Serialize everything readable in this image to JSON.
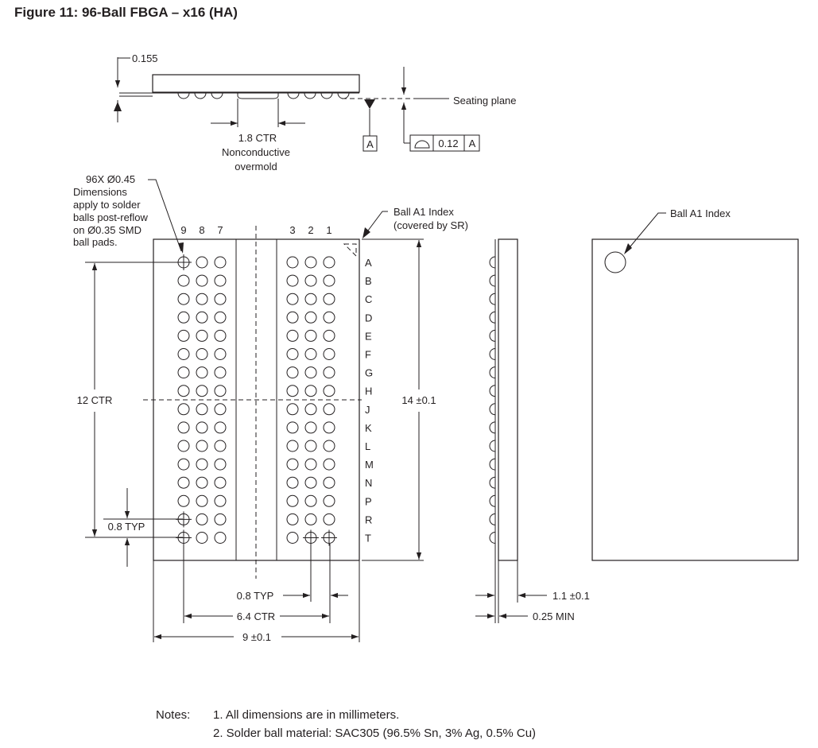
{
  "figure": {
    "title": "Figure 11: 96-Ball FBGA – x16 (HA)"
  },
  "side_view": {
    "dim_height": "0.155",
    "seating_plane": "Seating plane",
    "dim_overmold": "1.8 CTR",
    "overmold_line1": "Nonconductive",
    "overmold_line2": "overmold",
    "datum": "A",
    "flatness_value": "0.12",
    "flatness_datum": "A"
  },
  "ball_note": {
    "line1": "96X Ø0.45",
    "line2": "Dimensions",
    "line3": "apply to solder",
    "line4": "balls post-reflow",
    "line5": "on Ø0.35 SMD",
    "line6": "ball pads."
  },
  "grid": {
    "columns_left": [
      "9",
      "8",
      "7"
    ],
    "columns_right": [
      "3",
      "2",
      "1"
    ],
    "rows": [
      "A",
      "B",
      "C",
      "D",
      "E",
      "F",
      "G",
      "H",
      "J",
      "K",
      "L",
      "M",
      "N",
      "P",
      "R",
      "T"
    ],
    "index_line1": "Ball A1 Index",
    "index_line2": "(covered by SR)"
  },
  "dimensions": {
    "rows_ctr": "12 CTR",
    "pitch_vertical": "0.8 TYP",
    "length": "14 ±0.1",
    "pitch_horizontal": "0.8 TYP",
    "cols_ctr": "6.4 CTR",
    "width": "9 ±0.1",
    "thickness": "1.1 ±0.1",
    "standoff": "0.25 MIN"
  },
  "top_view": {
    "index_label": "Ball A1 Index"
  },
  "notes": {
    "label": "Notes:",
    "items": [
      "1. All dimensions are in millimeters.",
      "2. Solder ball material: SAC305 (96.5% Sn, 3% Ag, 0.5% Cu)"
    ]
  },
  "colors": {
    "ink": "#231f20",
    "background": "#ffffff"
  }
}
